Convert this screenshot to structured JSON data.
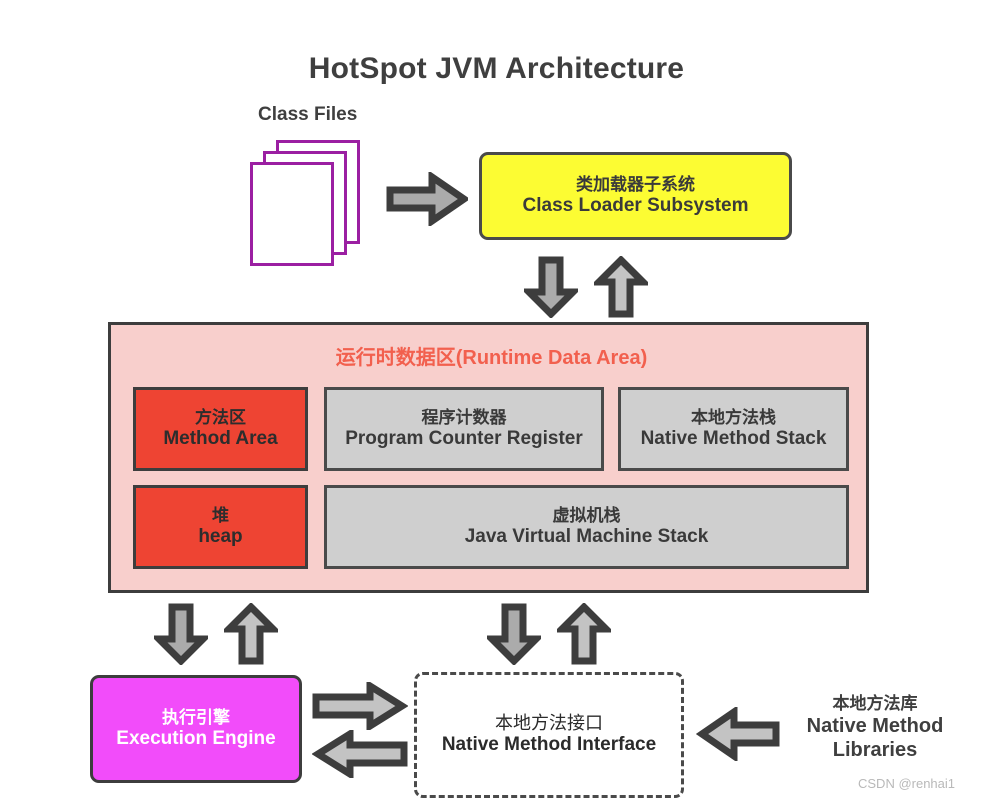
{
  "title": "HotSpot JVM Architecture",
  "labels": {
    "class_files": "Class Files",
    "watermark": "CSDN @renhai1"
  },
  "colors": {
    "yellow": "#FCFC33",
    "red": "#EE4433",
    "gray": "#CFCFCF",
    "pink": "#F8CFCC",
    "magenta": "#F24CFA",
    "purple_outline": "#9B1FA2",
    "arrow_gray": "#ABABAB",
    "runtime_title": "#F2604E",
    "border_dark": "#3D3D3D"
  },
  "class_loader": {
    "cn": "类加载器子系统",
    "en": "Class Loader Subsystem"
  },
  "runtime_area": {
    "title": "运行时数据区(Runtime Data Area)",
    "boxes": [
      {
        "cn": "方法区",
        "en": "Method Area",
        "style": "red"
      },
      {
        "cn": "程序计数器",
        "en": "Program Counter Register",
        "style": "gray"
      },
      {
        "cn": "本地方法栈",
        "en": "Native Method Stack",
        "style": "gray"
      },
      {
        "cn": "堆",
        "en": "heap",
        "style": "red"
      },
      {
        "cn": "虚拟机栈",
        "en": "Java Virtual Machine Stack",
        "style": "gray"
      }
    ]
  },
  "execution_engine": {
    "cn": "执行引擎",
    "en": "Execution Engine"
  },
  "native_method_interface": {
    "cn": "本地方法接口",
    "en": "Native Method Interface"
  },
  "native_method_libraries": {
    "cn": "本地方法库",
    "en_line1": "Native Method",
    "en_line2": "Libraries"
  },
  "arrows": [
    {
      "name": "class-files-to-loader",
      "direction": "right"
    },
    {
      "name": "loader-to-runtime",
      "direction": "down"
    },
    {
      "name": "runtime-to-loader",
      "direction": "up"
    },
    {
      "name": "runtime-to-execution-engine",
      "direction": "down"
    },
    {
      "name": "execution-engine-to-runtime",
      "direction": "up"
    },
    {
      "name": "runtime-to-native-interface",
      "direction": "down"
    },
    {
      "name": "native-interface-to-runtime",
      "direction": "up"
    },
    {
      "name": "execution-engine-to-native-interface",
      "direction": "right"
    },
    {
      "name": "native-interface-to-execution-engine",
      "direction": "left"
    },
    {
      "name": "native-libraries-to-interface",
      "direction": "left"
    }
  ]
}
